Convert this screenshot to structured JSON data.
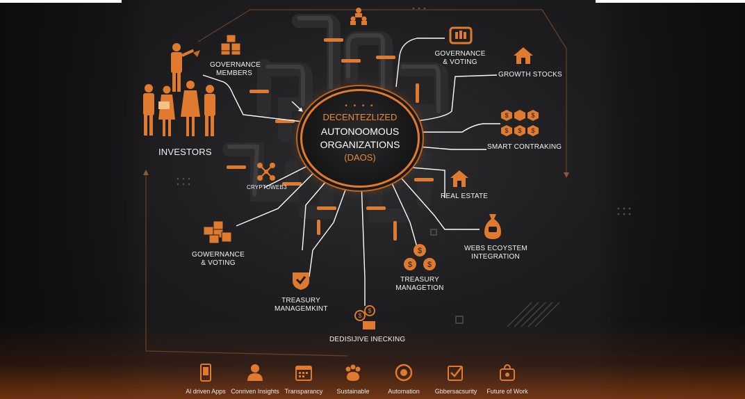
{
  "hub": {
    "dots": "• • • •",
    "line1": "DECENTEZLIZED",
    "line2": "AUTONOOMOUS",
    "line3": "ORGANIZATIONS",
    "line4": "(DAOS)"
  },
  "nodes": {
    "governance_members": "GOVERNANCE\nMEMBERS",
    "investors": "INVESTORS",
    "cryptowebs": "CRYPTOWEB3",
    "governance_voting_left": "GOWERNANCE\n& VOTING",
    "treasury_left": "TREASURY\nMANAGEMKINT",
    "decision": "DEDISIJIVE INECKING",
    "treasury_right": "TREASURY\nMANAGETION",
    "web3": "WEBS ECOYSTEM\nINTEGRATION",
    "real_estate": "REAL ESTATE",
    "smart": "SMART CONTRAKING",
    "growth": "GROWTH STOCKS",
    "governance_voting_right": "GOVERNANCE\n& VOTING"
  },
  "bottom_bar": [
    {
      "label": "Al driven Apps",
      "icon": "phone-icon"
    },
    {
      "label": "Conriven Insights",
      "icon": "person-icon"
    },
    {
      "label": "Transparancy",
      "icon": "calendar-icon"
    },
    {
      "label": "Sustainable",
      "icon": "paw-icon"
    },
    {
      "label": "Automation",
      "icon": "target-icon"
    },
    {
      "label": "Gbbersacsurity",
      "icon": "checkbox-icon"
    },
    {
      "label": "Future of Work",
      "icon": "bag-icon"
    }
  ],
  "colors": {
    "accent": "#e07a2e",
    "background": "#1d1d1f",
    "pipe": "#3a3a3d"
  }
}
